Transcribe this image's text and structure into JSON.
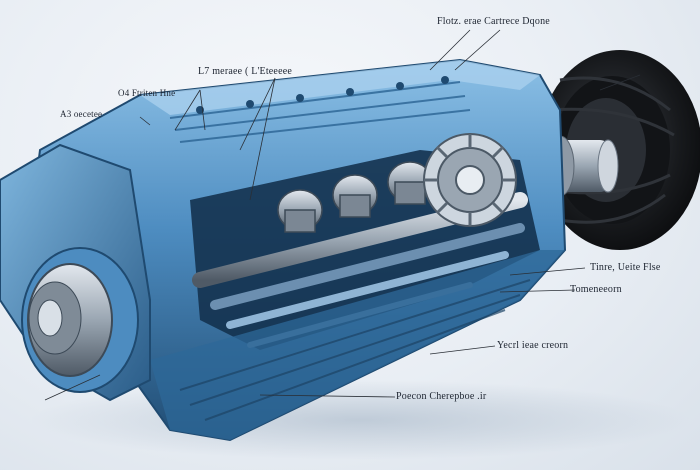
{
  "colors": {
    "background": "#e9eef4",
    "housing_light": "#6fa9d6",
    "housing_mid": "#3f7fb3",
    "housing_dark": "#1f4a70",
    "metal": "#a9b4bf",
    "tire": "#1b1d21",
    "leader_line": "#2a2f36"
  },
  "illustration": {
    "subject_icon": "transmission-cutaway-icon",
    "callouts": [
      {
        "id": "top-right",
        "text": "Flotz. erae Cartrece Dqone"
      },
      {
        "id": "top-mid",
        "text": "L7 meraee ( L'Eteeeee"
      },
      {
        "id": "left-upper",
        "text": "O4 Ftriten Hne"
      },
      {
        "id": "left-lower",
        "text": "A3 oecetee"
      },
      {
        "id": "right-upper",
        "text": "Tinre, Ueite Flse"
      },
      {
        "id": "right-mid",
        "text": "Tomeneeorn"
      },
      {
        "id": "right-lower",
        "text": "Yecrl ieae creorn"
      },
      {
        "id": "bottom",
        "text": "Poecon Cherepboe .ir"
      }
    ]
  }
}
